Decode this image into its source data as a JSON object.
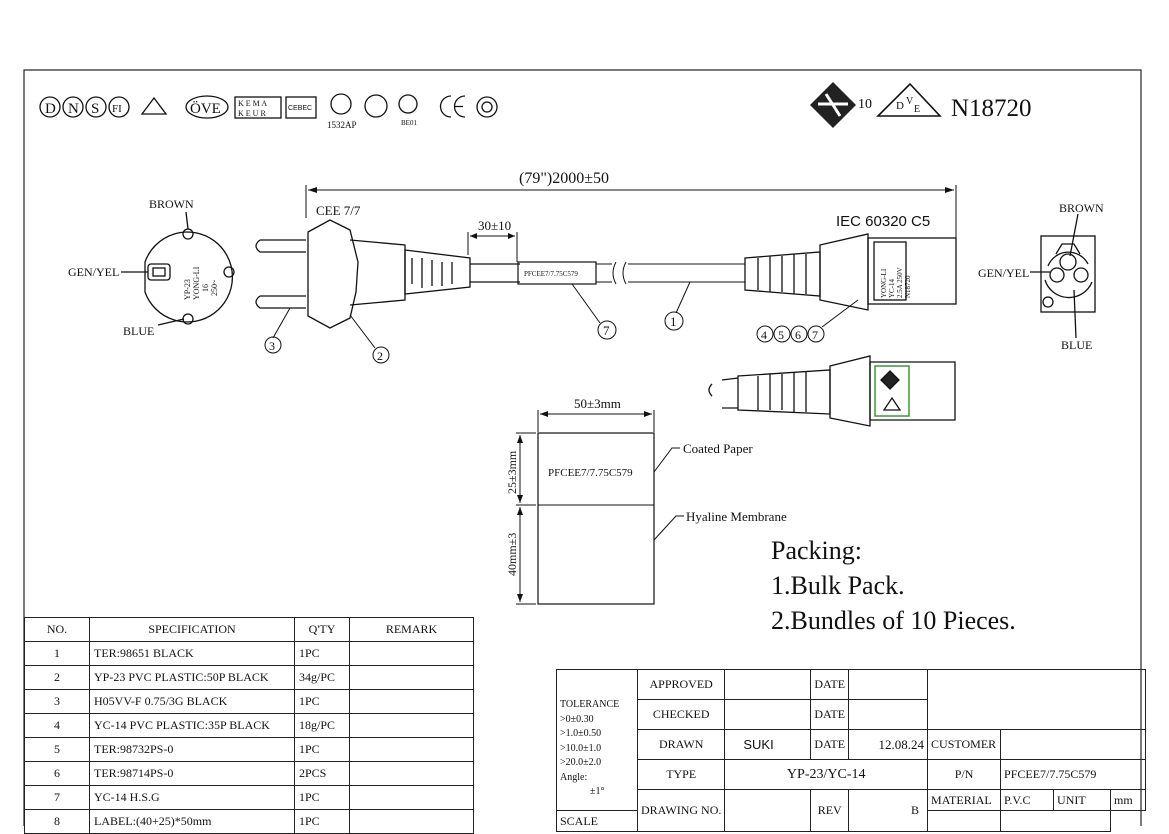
{
  "header": {
    "cert_marks": [
      "D",
      "N",
      "S",
      "FI"
    ],
    "ove": "ÖVE",
    "kema": [
      "K E M A",
      "K E U R"
    ],
    "cebec": "CEBEC",
    "nf_code": "1532AP",
    "pg_code": "BE01",
    "enec_number": "10",
    "part_number": "N18720"
  },
  "drawing": {
    "length": "(79\")2000±50",
    "cee": "CEE 7/7",
    "strip": "30±10",
    "iec": "IEC 60320 C5",
    "label_text": "PFCEE7/7.75C579",
    "left_brown": "BROWN",
    "left_genyel": "GEN/YEL",
    "left_blue": "BLUE",
    "right_brown": "BROWN",
    "right_genyel": "GEN/YEL",
    "right_blue": "BLUE",
    "plug_text": [
      "YP-23",
      "YONG-LI",
      "16",
      "250~"
    ],
    "conn_text": [
      "YONG-LI",
      "YC-14",
      "2.5A 250V",
      "N18720"
    ],
    "callouts": [
      "3",
      "2",
      "7",
      "1",
      "4",
      "5",
      "6",
      "7"
    ],
    "label_width": "50±3mm",
    "label_h1": "25±3mm",
    "label_h2": "40mm±3",
    "coated_paper": "Coated Paper",
    "hyaline": "Hyaline Membrane"
  },
  "packing": {
    "title": "Packing:",
    "line1": "1.Bulk Pack.",
    "line2": "2.Bundles of 10 Pieces."
  },
  "bom": {
    "headers": [
      "NO.",
      "SPECIFICATION",
      "Q'TY",
      "REMARK"
    ],
    "rows": [
      {
        "no": "1",
        "spec": "TER:98651 BLACK",
        "qty": "1PC"
      },
      {
        "no": "2",
        "spec": "YP-23 PVC PLASTIC:50P BLACK",
        "qty": "34g/PC"
      },
      {
        "no": "3",
        "spec": "H05VV-F 0.75/3G BLACK",
        "qty": "1PC"
      },
      {
        "no": "4",
        "spec": "YC-14 PVC PLASTIC:35P BLACK",
        "qty": "18g/PC"
      },
      {
        "no": "5",
        "spec": "TER:98732PS-0",
        "qty": "1PC"
      },
      {
        "no": "6",
        "spec": "TER:98714PS-0",
        "qty": "2PCS"
      },
      {
        "no": "7",
        "spec": "YC-14 H.S.G",
        "qty": "1PC"
      },
      {
        "no": "8",
        "spec": "LABEL:(40+25)*50mm",
        "qty": "1PC"
      }
    ]
  },
  "title_block": {
    "tolerance": [
      "TOLERANCE",
      ">0±0.30",
      ">1.0±0.50",
      ">10.0±1.0",
      ">20.0±2.0",
      "Angle:",
      "±1°"
    ],
    "approved": "APPROVED",
    "checked": "CHECKED",
    "drawn": "DRAWN",
    "drawn_by": "SUKI",
    "type": "TYPE",
    "type_value": "YP-23/YC-14",
    "date": "DATE",
    "date_value": "12.08.24",
    "drawing_no": "DRAWING NO.",
    "rev": "REV",
    "rev_value": "B",
    "customer": "CUSTOMER",
    "pn": "P/N",
    "pn_value": "PFCEE7/7.75C579",
    "material": "MATERIAL",
    "material_value": "P.V.C",
    "unit": "UNIT",
    "unit_value": "mm",
    "scale": "SCALE"
  }
}
